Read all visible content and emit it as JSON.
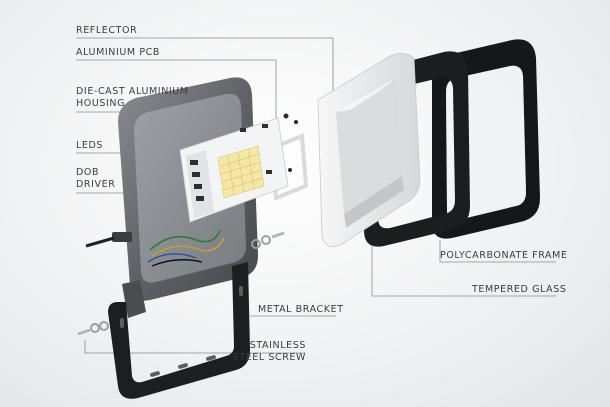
{
  "labels": {
    "reflector": "REFLECTOR",
    "aluminium_pcb": "ALUMINIUM PCB",
    "housing_line1": "DIE-CAST ALUMINIUM",
    "housing_line2": "HOUSING",
    "leds": "LEDS",
    "dob_line1": "DOB",
    "dob_line2": "DRIVER",
    "polycarbonate_frame": "POLYCARBONATE FRAME",
    "tempered_glass": "TEMPERED GLASS",
    "metal_bracket": "METAL BRACKET",
    "screw_line1": "STAINLESS",
    "screw_line2": "STEEL SCREW"
  },
  "colors": {
    "label_text": "#3a3d40",
    "leader_line": "#8a8d90",
    "housing": "#6b6f73",
    "frame": "#16181a",
    "reflector": "#e9eaec",
    "pcb": "#f4f5f6",
    "led": "#f6e7a6"
  }
}
